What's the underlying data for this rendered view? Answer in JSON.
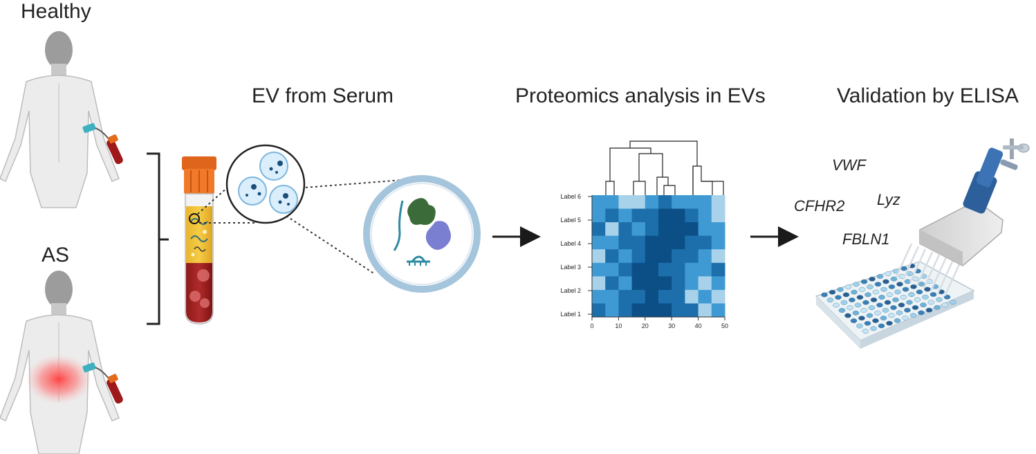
{
  "labels": {
    "healthy": "Healthy",
    "as": "AS",
    "ev_from_serum": "EV from Serum",
    "proteomics": "Proteomics analysis in EVs",
    "validation": "Validation by ELISA"
  },
  "genes": [
    "VWF",
    "Lyz",
    "CFHR2",
    "FBLN1"
  ],
  "heatmap": {
    "row_labels": [
      "Label 6",
      "Label 5",
      "Label 4",
      "Label 3",
      "Label 2",
      "Label 1"
    ],
    "x_ticks": [
      "0",
      "10",
      "20",
      "30",
      "40",
      "50"
    ],
    "matrix": [
      [
        2,
        2,
        1,
        1,
        2,
        3,
        2,
        2,
        2,
        1
      ],
      [
        2,
        3,
        2,
        3,
        3,
        4,
        4,
        3,
        2,
        1
      ],
      [
        3,
        1,
        3,
        2,
        3,
        4,
        4,
        4,
        2,
        2
      ],
      [
        2,
        2,
        3,
        3,
        4,
        4,
        4,
        3,
        3,
        2
      ],
      [
        1,
        3,
        2,
        3,
        4,
        4,
        3,
        3,
        2,
        1
      ],
      [
        2,
        2,
        3,
        4,
        4,
        3,
        3,
        2,
        2,
        3
      ],
      [
        1,
        3,
        2,
        4,
        4,
        4,
        3,
        2,
        1,
        2
      ],
      [
        2,
        2,
        3,
        3,
        4,
        3,
        3,
        1,
        2,
        1
      ],
      [
        3,
        2,
        3,
        4,
        4,
        4,
        3,
        3,
        1,
        2
      ]
    ],
    "palette": [
      "#ffffff",
      "#a8d2ea",
      "#3f9ad3",
      "#1d6fac",
      "#0b4f86"
    ]
  }
}
